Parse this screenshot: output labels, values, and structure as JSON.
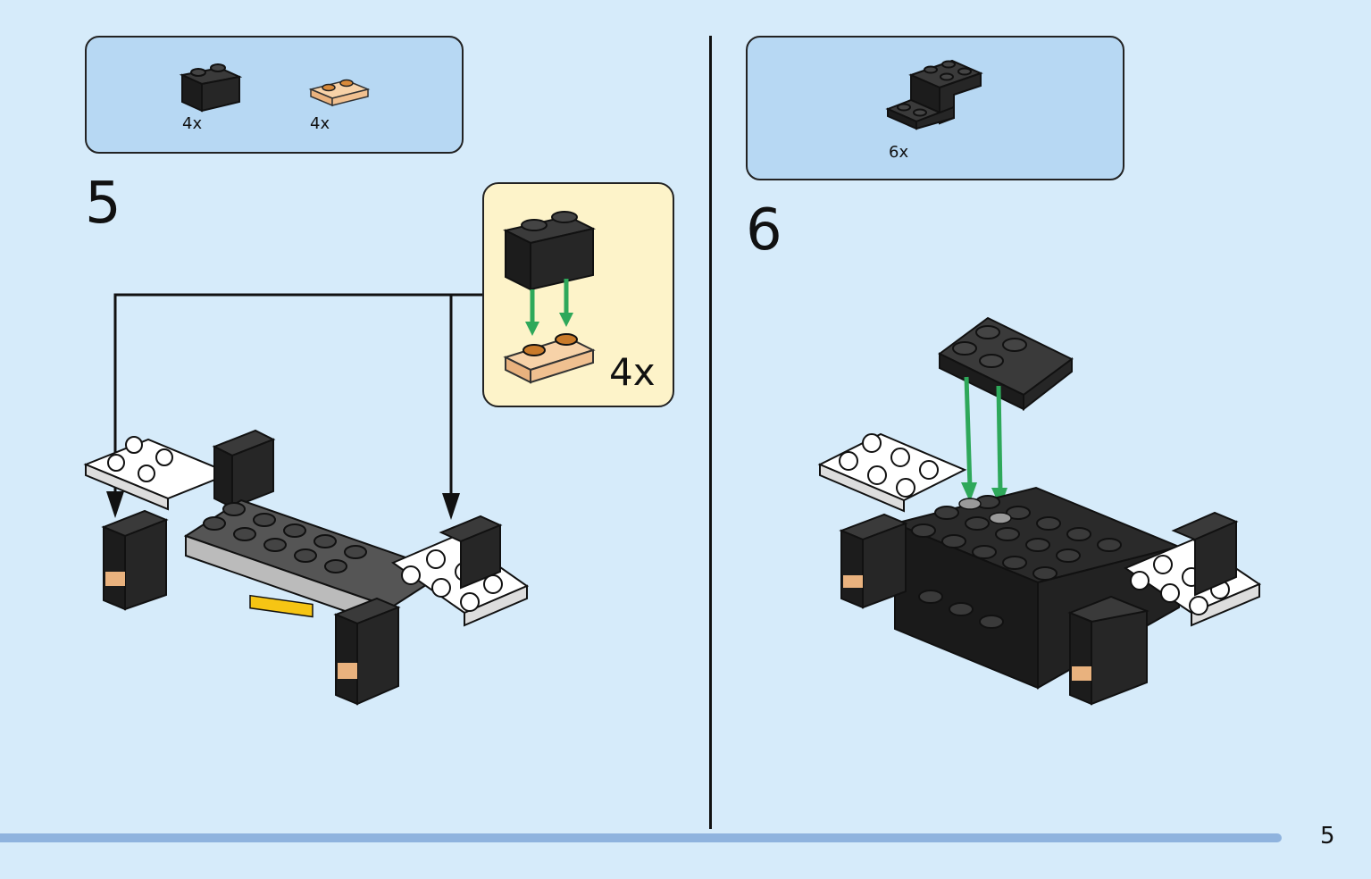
{
  "steps": [
    {
      "number": "5",
      "parts": [
        {
          "icon": "black-brick-1x2-icon",
          "quantity": "4x"
        },
        {
          "icon": "transparent-orange-plate-1x2-icon",
          "quantity": "4x"
        }
      ],
      "callout_quantity": "4x"
    },
    {
      "number": "6",
      "parts": [
        {
          "icon": "black-bracket-icon",
          "quantity": "6x"
        }
      ]
    }
  ],
  "page_number": "5",
  "colors": {
    "background": "#d6ebfa",
    "parts_box": "#b7d8f3",
    "callout": "#fdf3c9",
    "arrow_green": "#2ea85a",
    "footer_bar": "#8fb3de"
  }
}
